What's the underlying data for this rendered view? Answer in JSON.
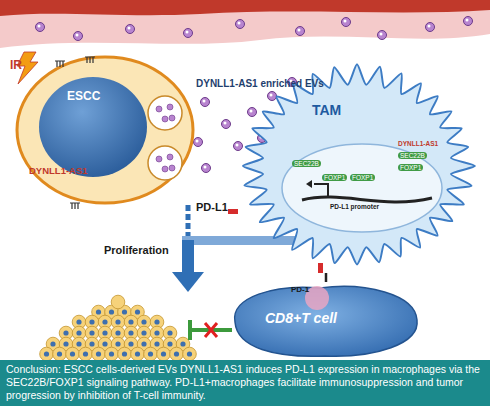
{
  "diagram": {
    "caption": "Conclusion: ESCC cells-derived EVs DYNLL1-AS1 induces PD-L1 expression in macrophages via the SEC22B/FOXP1 signaling pathway. PD-L1+macrophages facilitate immunosuppression and tumor progression by inhibition of T-cell immunity.",
    "nodes": [
      {
        "text": [
          "ESCC",
          "DYNLL1-AS1"
        ]
      },
      {
        "text": [
          "TAM"
        ]
      },
      {
        "text": [
          "CD8+T cell"
        ]
      }
    ],
    "edges": [
      {
        "from": 1,
        "to": 2,
        "arrow": "none"
      }
    ],
    "labels": [
      "IR",
      "DYNLL1-AS1 enriched EVs",
      "PD-L1",
      "Proliferation",
      "PD-1",
      "SEC22B",
      "FOXP1",
      "FOXP1",
      "PD-L1 promoter",
      "DYNLL1-AS1",
      "SEC22B",
      "FOXP1"
    ]
  }
}
